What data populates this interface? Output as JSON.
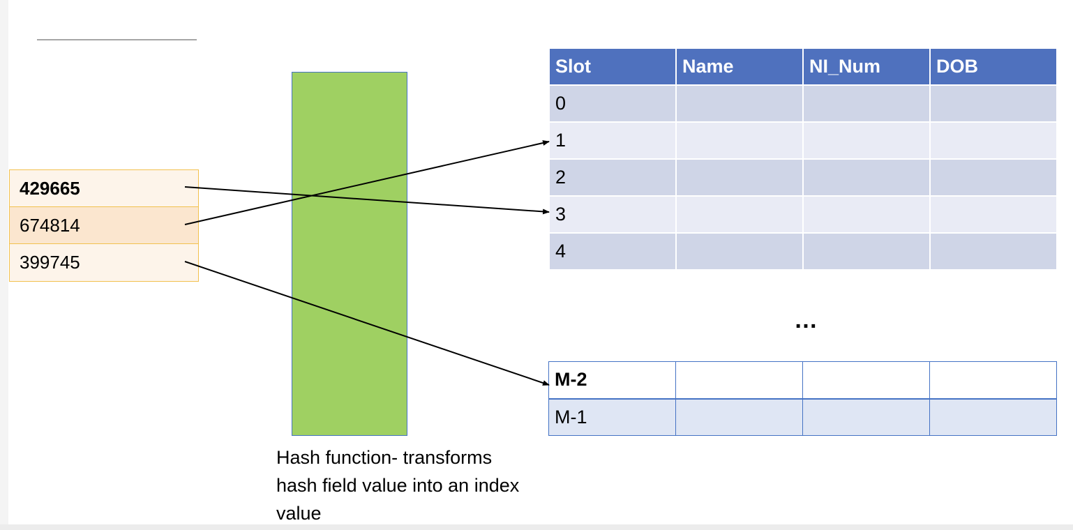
{
  "keys": [
    "429665",
    "674814",
    "399745"
  ],
  "caption": "Hash function- transforms hash field value into an index value",
  "table": {
    "headers": [
      "Slot",
      "Name",
      "NI_Num",
      "DOB"
    ],
    "top_slots": [
      "0",
      "1",
      "2",
      "3",
      "4"
    ],
    "ellipsis": "…",
    "bottom_slots": [
      "M-2",
      "M-1"
    ]
  },
  "mappings": [
    {
      "key": "429665",
      "slot": "3"
    },
    {
      "key": "674814",
      "slot": "1"
    },
    {
      "key": "399745",
      "slot": "M-2"
    }
  ],
  "colors": {
    "header": "#4f71be",
    "row_dark": "#cfd5e7",
    "row_light": "#e9ebf5",
    "hash_box": "#9fd062",
    "key_border": "#f2c14e"
  }
}
